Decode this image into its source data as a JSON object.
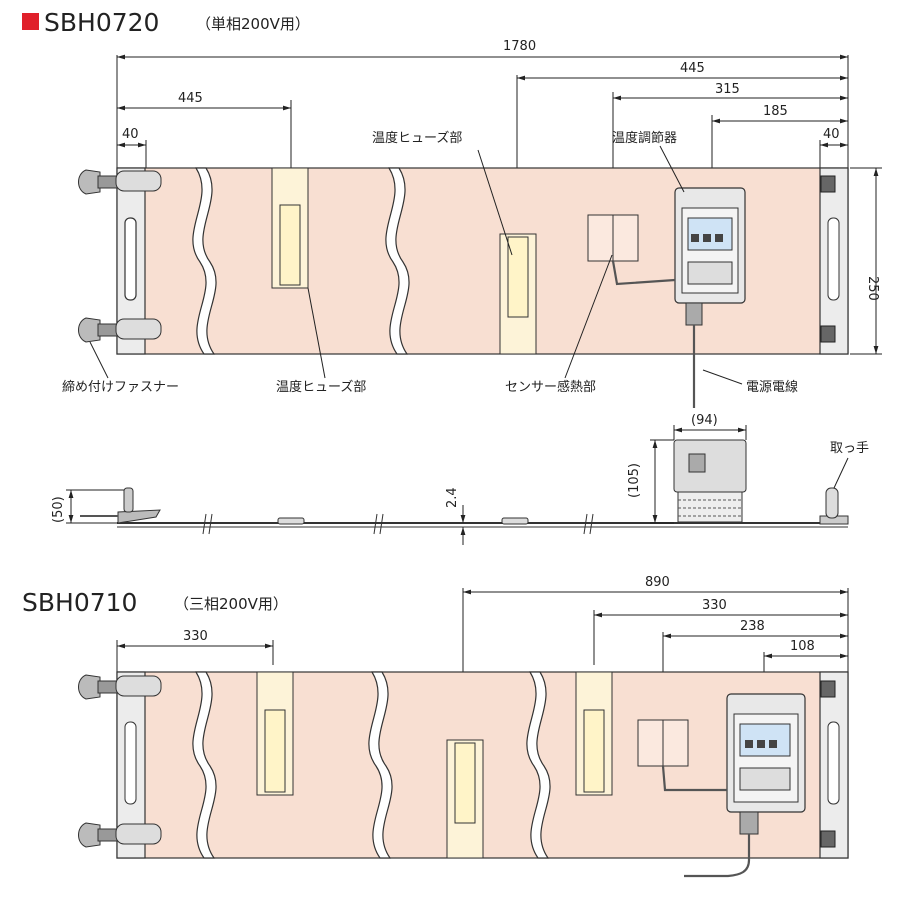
{
  "sbh0720": {
    "model": "SBH0720",
    "subtitle": "（単相200V用）",
    "dims": {
      "overall": "1780",
      "left_445": "445",
      "left_40": "40",
      "right_445": "445",
      "right_315": "315",
      "right_185": "185",
      "right_40": "40",
      "height": "250",
      "side_94": "(94)",
      "side_105": "(105)",
      "side_50": "(50)",
      "thickness": "2.4"
    },
    "labels": {
      "fuse_top": "温度ヒューズ部",
      "controller": "温度調節器",
      "fastener": "締め付けファスナー",
      "fuse_bottom": "温度ヒューズ部",
      "sensor": "センサー感熱部",
      "power_cable": "電源電線",
      "handle": "取っ手"
    }
  },
  "sbh0710": {
    "model": "SBH0710",
    "subtitle": "（三相200V用）",
    "dims": {
      "d890": "890",
      "d330_right": "330",
      "d238": "238",
      "d108": "108",
      "d330_left": "330"
    }
  },
  "colors": {
    "title_marker": "#e0202a",
    "heater_fill": "#f8dfd2"
  }
}
